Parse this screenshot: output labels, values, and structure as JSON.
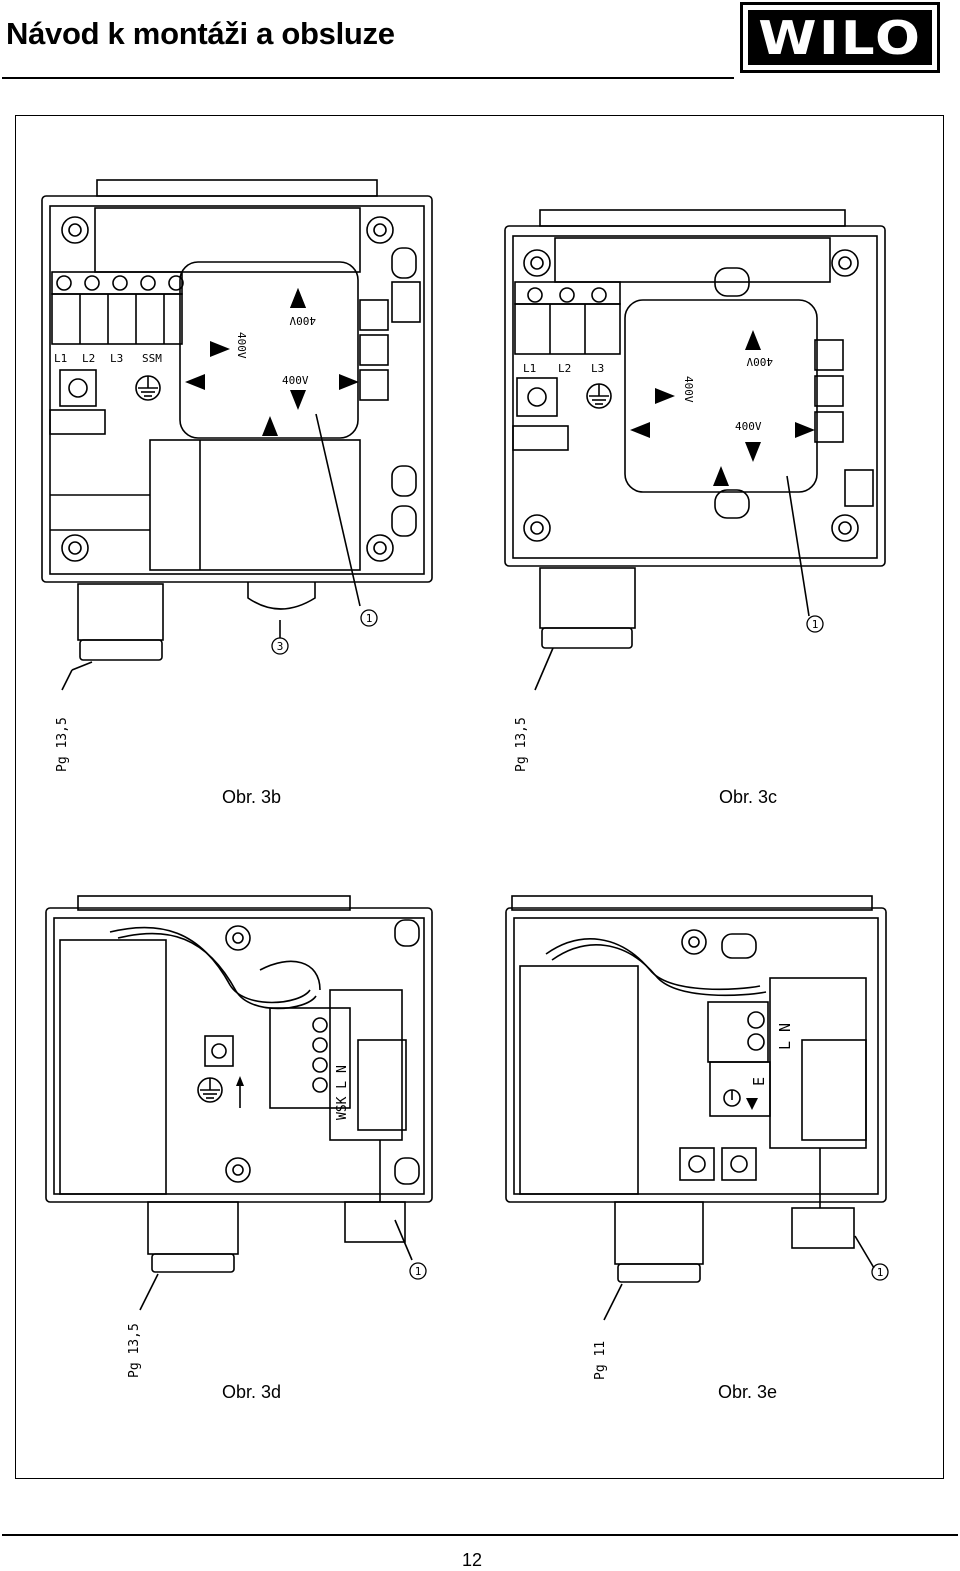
{
  "header": {
    "title": "Návod k montáži a obsluze",
    "logo_text": "WILO"
  },
  "figures": {
    "fig3b": {
      "caption": "Obr. 3b",
      "terminals": [
        "L1",
        "L2",
        "L3",
        "SSM"
      ],
      "voltage_label_a": "400V",
      "voltage_label_b": "400V",
      "voltage_label_c": "400V",
      "callout_1": "1",
      "callout_3": "3",
      "gland_label": "Pg 13,5"
    },
    "fig3c": {
      "caption": "Obr. 3c",
      "terminals": [
        "L1",
        "L2",
        "L3"
      ],
      "voltage_label_a": "400V",
      "voltage_label_b": "400V",
      "voltage_label_c": "400V",
      "callout_1": "1",
      "gland_label": "Pg 13,5"
    },
    "fig3d": {
      "caption": "Obr. 3d",
      "terminals_vertical": "WSK L N",
      "callout_1": "1",
      "gland_label": "Pg 13,5"
    },
    "fig3e": {
      "caption": "Obr. 3e",
      "terminals_vertical": "L N",
      "earth_label": "E",
      "callout_1": "1",
      "gland_label": "Pg 11"
    }
  },
  "footer": {
    "page_number": "12"
  },
  "icons": {
    "callout": "circled-number-icon",
    "arrow": "triangle-arrow-icon",
    "ground": "ground-symbol-icon",
    "screw": "screw-terminal-icon"
  }
}
